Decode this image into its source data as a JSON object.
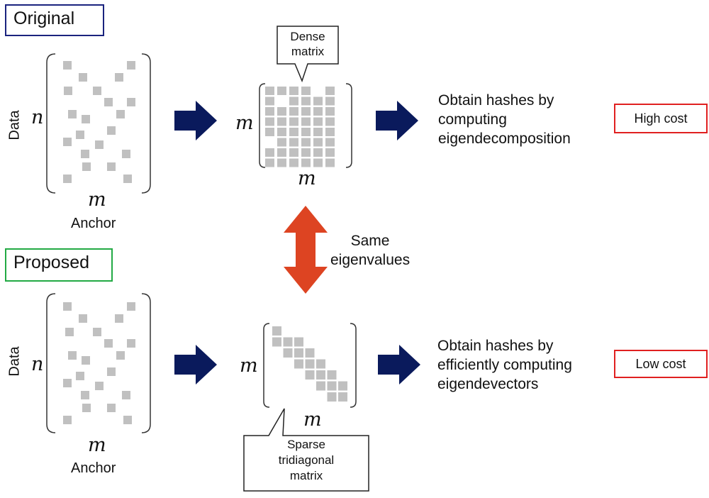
{
  "original": {
    "label": "Original",
    "data_label": "Data",
    "n": "n",
    "m": "m",
    "anchor": "Anchor",
    "dense_callout": [
      "Dense",
      "matrix"
    ],
    "dense_row_var": "m",
    "dense_col_var": "m",
    "result": [
      "Obtain hashes by",
      "computing",
      "eigendecomposition"
    ],
    "cost": "High cost"
  },
  "middle": {
    "label": [
      "Same",
      "eigenvalues"
    ],
    "arrow_color": "#dd4422"
  },
  "proposed": {
    "label": "Proposed",
    "data_label": "Data",
    "n": "n",
    "m": "m",
    "anchor": "Anchor",
    "sparse_callout": [
      "Sparse",
      "tridiagonal",
      "matrix"
    ],
    "sparse_row_var": "m",
    "sparse_col_var": "m",
    "result": [
      "Obtain hashes by",
      "efficiently computing",
      "eigendevectors"
    ],
    "cost": "Low cost"
  },
  "colors": {
    "original_frame": "#1a237e",
    "proposed_frame": "#22aa44",
    "cost_frame": "#e02020",
    "flow_arrow": "#0a1a5c",
    "matrix_cell": "#c0c0c0"
  }
}
